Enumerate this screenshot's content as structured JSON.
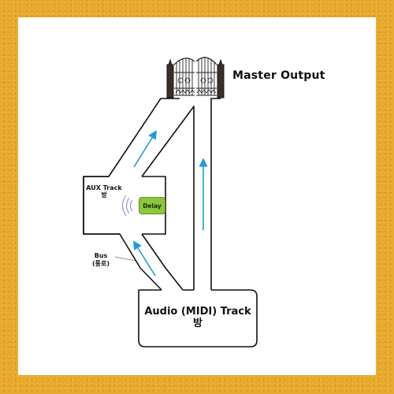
{
  "diagram": {
    "master_output": "Master Output",
    "aux_track": {
      "title": "AUX Track",
      "subtitle": "방"
    },
    "delay_label": "Delay",
    "bus": {
      "title": "Bus",
      "subtitle": "(통로)"
    },
    "audio_track": {
      "title": "Audio (MIDI) Track",
      "subtitle": "방"
    }
  },
  "colors": {
    "frame": "#e8a92a",
    "arrow": "#1e9ae0",
    "delay": "#8cc63f",
    "outline": "#111111"
  },
  "icons": [
    "gate-icon",
    "sound-wave-icon",
    "arrow-up-icon"
  ]
}
